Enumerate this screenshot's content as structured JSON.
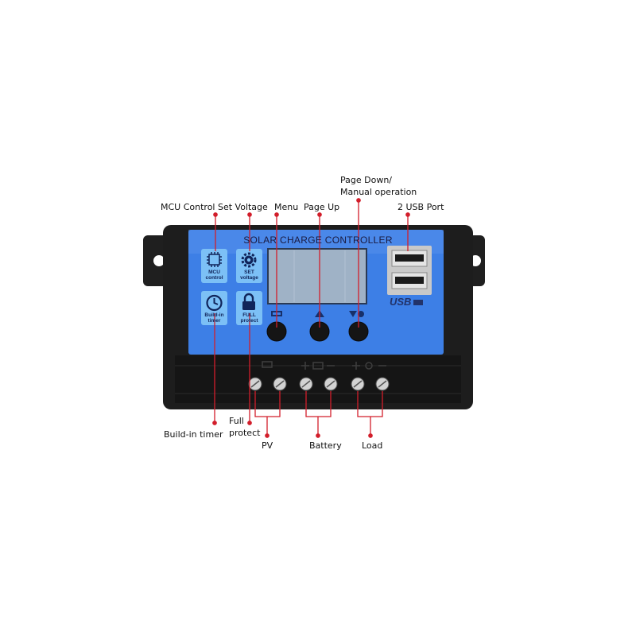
{
  "device": {
    "panel_title": "SOLAR CHARGE CONTROLLER",
    "usb_text": "USB",
    "colors": {
      "panel_blue": "#3d7fe6",
      "body_black": "#1d1d1d",
      "callout_red": "#d21e2b"
    }
  },
  "icons": [
    {
      "id": "mcu",
      "icon": "chip-icon",
      "label_1": "MCU",
      "label_2": "control"
    },
    {
      "id": "set",
      "icon": "gear-icon",
      "label_1": "SET",
      "label_2": "voltage"
    },
    {
      "id": "timer",
      "icon": "clock-icon",
      "label_1": "Build-in",
      "label_2": "timer"
    },
    {
      "id": "full",
      "icon": "lock-icon",
      "label_1": "FULL",
      "label_2": "protect"
    }
  ],
  "callouts": {
    "mcu_set": "MCU Control Set Voltage",
    "menu": "Menu",
    "page_up": "Page Up",
    "page_down_1": "Page Down/",
    "page_down_2": "Manual operation",
    "usb_port": "2 USB Port",
    "build_in_timer": "Build-in timer",
    "full_protect_1": "Full",
    "full_protect_2": "protect",
    "pv": "PV",
    "battery": "Battery",
    "load": "Load"
  }
}
